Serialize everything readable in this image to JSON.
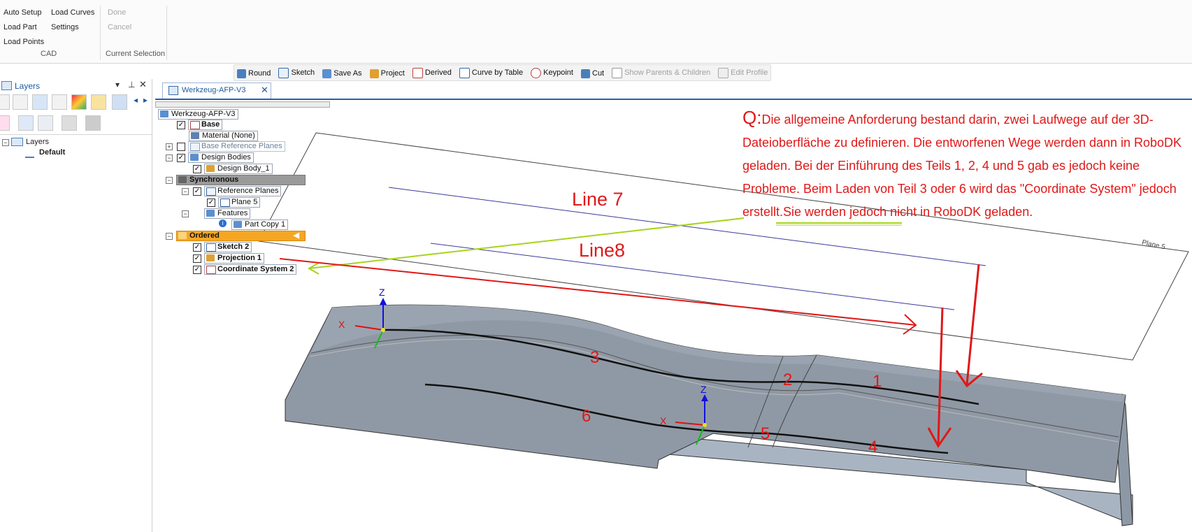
{
  "ribbon": {
    "cad_buttons": [
      "Auto Setup",
      "Load Curves",
      "Load Part",
      "Settings",
      "Load Points"
    ],
    "cad_group_label": "CAD",
    "selection_buttons": [
      "Done",
      "Cancel"
    ],
    "selection_group_label": "Current Selection"
  },
  "command_bar": {
    "items": [
      "Round",
      "Sketch",
      "Save As",
      "Project",
      "Derived",
      "Curve by Table",
      "Keypoint",
      "Cut",
      "Show Parents & Children",
      "Edit Profile"
    ]
  },
  "layers_panel": {
    "title": "Layers",
    "tree_root": "Layers",
    "tree_child": "Default"
  },
  "document_tab": {
    "label": "Werkzeug-AFP-V3"
  },
  "pathfinder": {
    "root": "Werkzeug-AFP-V3",
    "base": "Base",
    "material": "Material (None)",
    "base_reference_planes": "Base Reference Planes",
    "design_bodies": "Design Bodies",
    "design_body_1": "Design Body_1",
    "synchronous": "Synchronous",
    "reference_planes": "Reference Planes",
    "plane_5": "Plane 5",
    "features": "Features",
    "part_copy_1": "Part Copy 1",
    "ordered": "Ordered",
    "sketch_2": "Sketch 2",
    "projection_1": "Projection 1",
    "coordinate_system_2": "Coordinate System 2"
  },
  "viewport": {
    "plane_label": "Plane 5",
    "line7_label": "Line 7",
    "line8_label": "Line8",
    "part_numbers": [
      "1",
      "2",
      "3",
      "4",
      "5",
      "6"
    ],
    "axis_z": "Z",
    "axis_x": "X"
  },
  "annotation": {
    "q_prefix": "Q:",
    "text_before": "Die allgemeine Anforderung bestand darin, zwei Laufwege auf der 3D-Dateioberfläche zu definieren. Die entworfenen Wege werden dann in RoboDK geladen. Bei der Einführung des Teils 1, 2, 4 und 5 gab es jedoch keine Probleme. Beim Laden von Teil 3 oder 6 wird das \"",
    "highlight": "Coordinate System",
    "text_after": "\" jedoch erstellt.Sie werden jedoch nicht in RoboDK geladen."
  },
  "colors": {
    "annotation_red": "#e01818",
    "arrow_green": "#a6d41c",
    "ordered_orange": "#f5a623",
    "synchronous_gray": "#9a9a9a",
    "tab_blue": "#2a5fa8"
  }
}
